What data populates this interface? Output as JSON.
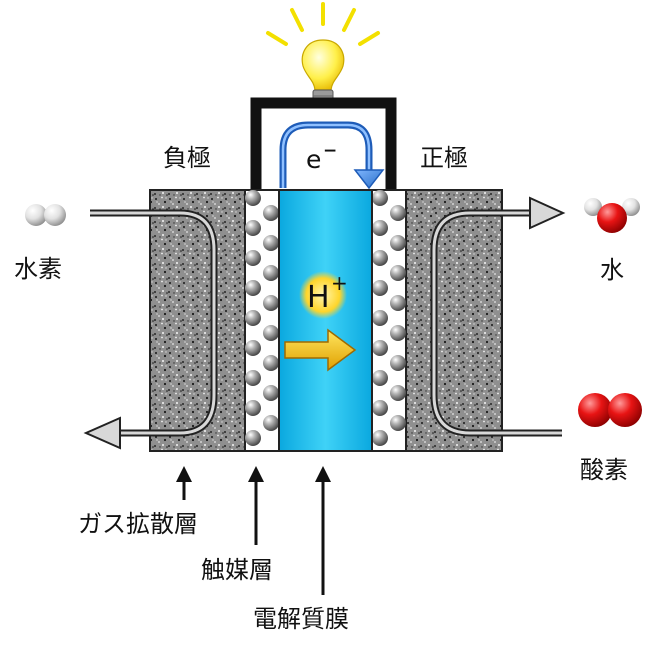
{
  "labels": {
    "anode": "負極",
    "cathode": "正極",
    "hydrogen": "水素",
    "water": "水",
    "oxygen": "酸素",
    "gas_diffusion_layer": "ガス拡散層",
    "catalyst_layer": "触媒層",
    "electrolyte_membrane": "電解質膜",
    "electron": "e",
    "electron_charge": "−",
    "proton": "H",
    "proton_charge": "+"
  },
  "colors": {
    "electrolyte_membrane_label": "#e8167a",
    "membrane": "#22c4f0",
    "electron_arrow": "#2a6ec6",
    "proton_arrow": "#f2b600",
    "bulb": "#ffe94a",
    "bulb_rays": "#f3e000",
    "oxygen_atom": "#e41616",
    "hydrogen_atom": "#d6d6d6"
  },
  "icons": {
    "bulb": "light-bulb-icon",
    "hydrogen": "hydrogen-molecule-icon",
    "water": "water-molecule-icon",
    "oxygen": "oxygen-molecule-icon"
  }
}
